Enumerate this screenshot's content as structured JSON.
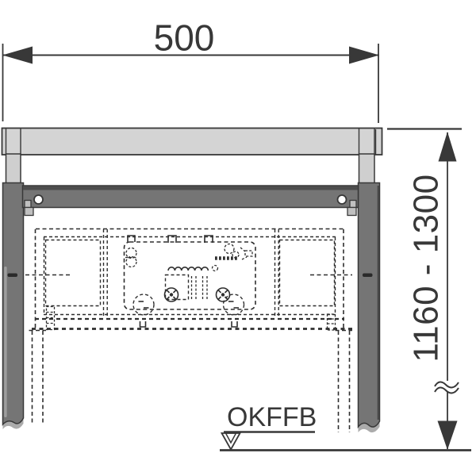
{
  "drawing": {
    "title": "installation-frame-technical-drawing",
    "labels": {
      "width": "500",
      "height_range": "1160 - 1300",
      "floor_level": "OKFFB"
    },
    "colors": {
      "line": "#383838",
      "dashed_detail": "#2e2e2e",
      "rail_fill": "#d4d4d4",
      "leg_fill": "#cfcfcf",
      "frame_fill": "#757575",
      "frame_top_band": "#4d4d4d",
      "frame_edge_dark": "#474747",
      "post_highlight": "#9e9e9e",
      "post_break_shadow": "#ababab",
      "hole_fill": "#ffffff",
      "clip_fill": "#c0c0c0",
      "anchor_dash": "#2a2a2a"
    }
  }
}
